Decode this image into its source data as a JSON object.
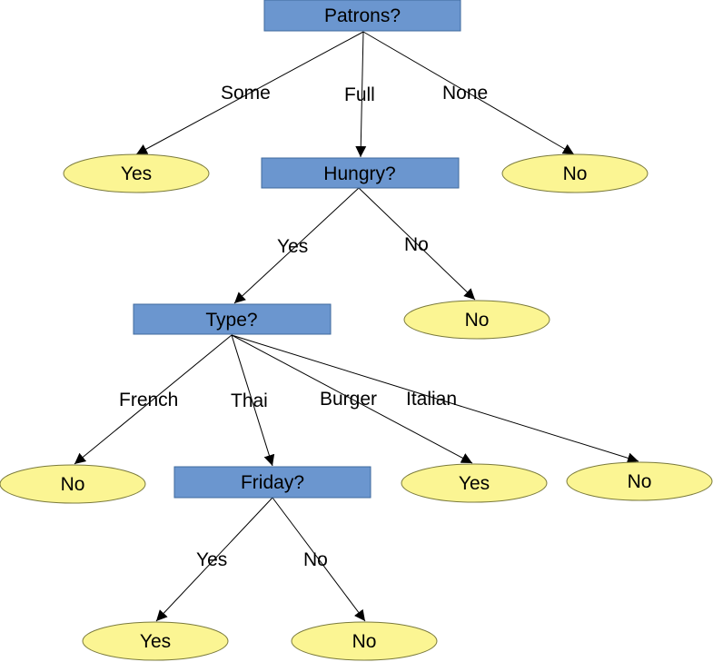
{
  "nodes": {
    "patrons": {
      "label": "Patrons?"
    },
    "hungry": {
      "label": "Hungry?"
    },
    "type": {
      "label": "Type?"
    },
    "friday": {
      "label": "Friday?"
    },
    "some_leaf": {
      "label": "Yes"
    },
    "none_leaf": {
      "label": "No"
    },
    "hungry_no_leaf": {
      "label": "No"
    },
    "french_leaf": {
      "label": "No"
    },
    "burger_leaf": {
      "label": "Yes"
    },
    "italian_leaf": {
      "label": "No"
    },
    "friday_yes_leaf": {
      "label": "Yes"
    },
    "friday_no_leaf": {
      "label": "No"
    }
  },
  "edges": {
    "some": "Some",
    "full": "Full",
    "none": "None",
    "hungry_yes": "Yes",
    "hungry_no": "No",
    "french": "French",
    "thai": "Thai",
    "burger": "Burger",
    "italian": "Italian",
    "friday_yes": "Yes",
    "friday_no": "No"
  },
  "colors": {
    "decision_fill": "#6b96cf",
    "leaf_fill": "#fbf593"
  }
}
